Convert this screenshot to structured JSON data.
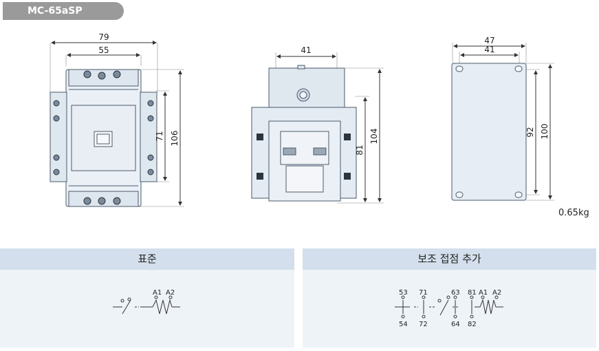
{
  "model_tag": "MC-65aSP",
  "dimensions": {
    "front_width_outer": "79",
    "front_width_inner": "55",
    "front_height_outer": "106",
    "front_height_inner": "71",
    "side_top_width": "41",
    "side_height_outer": "104",
    "side_height_inner": "81",
    "mount_width_outer": "47",
    "mount_width_inner": "41",
    "mount_height_outer": "100",
    "mount_height_inner": "92"
  },
  "weight": "0.65kg",
  "panels": {
    "standard": {
      "title": "표준",
      "labels": {
        "a1": "A1",
        "a2": "A2"
      }
    },
    "aux": {
      "title": "보조 접점 추가",
      "labels": {
        "t53": "53",
        "t54": "54",
        "t71": "71",
        "t72": "72",
        "t63": "63",
        "t64": "64",
        "t81": "81",
        "t82": "82",
        "a1": "A1",
        "a2": "A2"
      }
    }
  }
}
